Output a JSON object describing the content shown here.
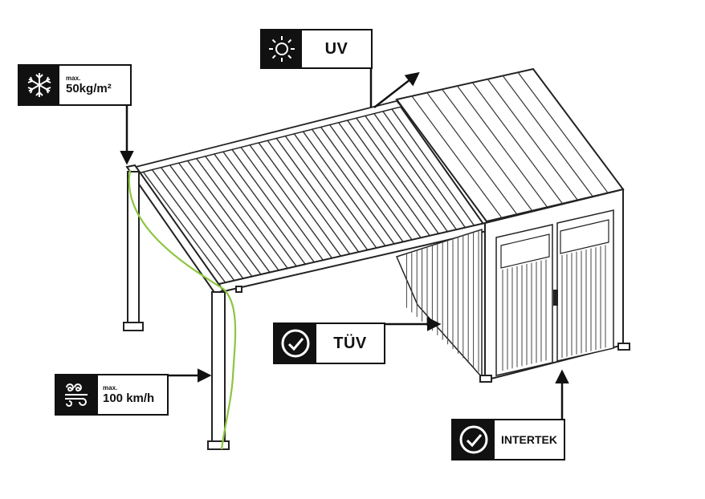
{
  "badges": {
    "snow": {
      "icon": "snowflake-icon",
      "max_label": "max.",
      "value": "50kg/m²"
    },
    "uv": {
      "icon": "sun-icon",
      "label": "UV"
    },
    "tuv": {
      "icon": "check-circle-icon",
      "label": "TÜV"
    },
    "wind": {
      "icon": "wind-icon",
      "max_label": "max.",
      "value": "100 km/h"
    },
    "intertek": {
      "icon": "check-circle-icon",
      "label": "INTERTEK"
    }
  },
  "colors": {
    "line": "#222222",
    "accent_cable": "#8cc63f",
    "badge_bg": "#111111"
  }
}
